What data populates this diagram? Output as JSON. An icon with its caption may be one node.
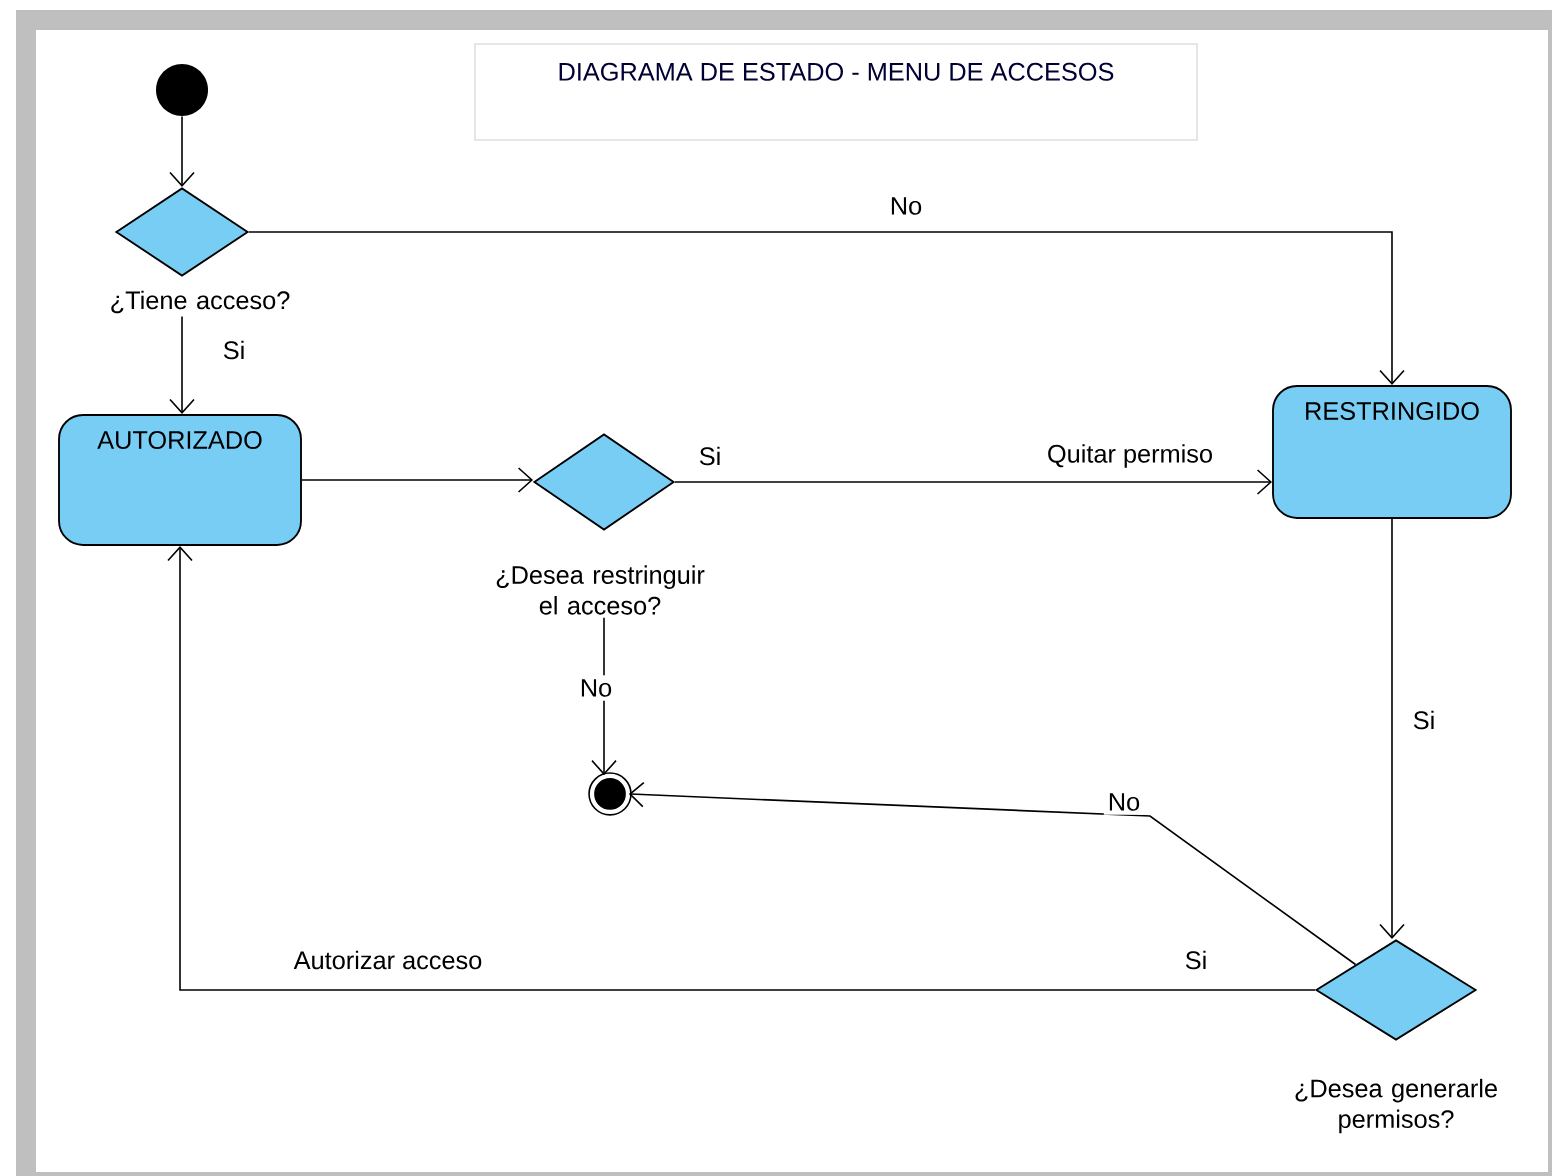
{
  "diagram": {
    "title": "DIAGRAMA DE ESTADO - MENU DE ACCESOS",
    "nodes": [
      {
        "text": [],
        "shape": "circle"
      },
      {
        "text": [],
        "shape": "diamond",
        "beside": [
          "¿Tiene acceso?"
        ]
      },
      {
        "text": [
          "AUTORIZADO"
        ]
      },
      {
        "text": [],
        "shape": "diamond",
        "beside": [
          "¿Desea restringuir el acceso?"
        ]
      },
      {
        "text": [
          "RESTRINGIDO"
        ]
      },
      {
        "text": [],
        "shape": "bullseye"
      },
      {
        "text": [],
        "shape": "diamond",
        "beside": [
          "¿Desea generarle permisos?"
        ]
      }
    ],
    "edges": [
      {
        "from": 0,
        "to": 1,
        "arrow": "to"
      },
      {
        "from": 1,
        "to": 4,
        "arrow": "to",
        "label": "No"
      },
      {
        "from": 1,
        "to": 2,
        "arrow": "to",
        "label": "Si"
      },
      {
        "from": 2,
        "to": 3,
        "arrow": "to"
      },
      {
        "from": 3,
        "to": 4,
        "arrow": "to",
        "label": "Si"
      },
      {
        "from": 3,
        "to": 5,
        "arrow": "to",
        "label": "No"
      },
      {
        "from": 4,
        "to": 6,
        "arrow": "to",
        "label": "Si"
      },
      {
        "from": 6,
        "to": 5,
        "arrow": "to",
        "label": "No"
      },
      {
        "from": 6,
        "to": 2,
        "arrow": "to",
        "label": "Si"
      }
    ],
    "labels": [
      "Quitar permiso",
      "Autorizar acceso"
    ]
  }
}
